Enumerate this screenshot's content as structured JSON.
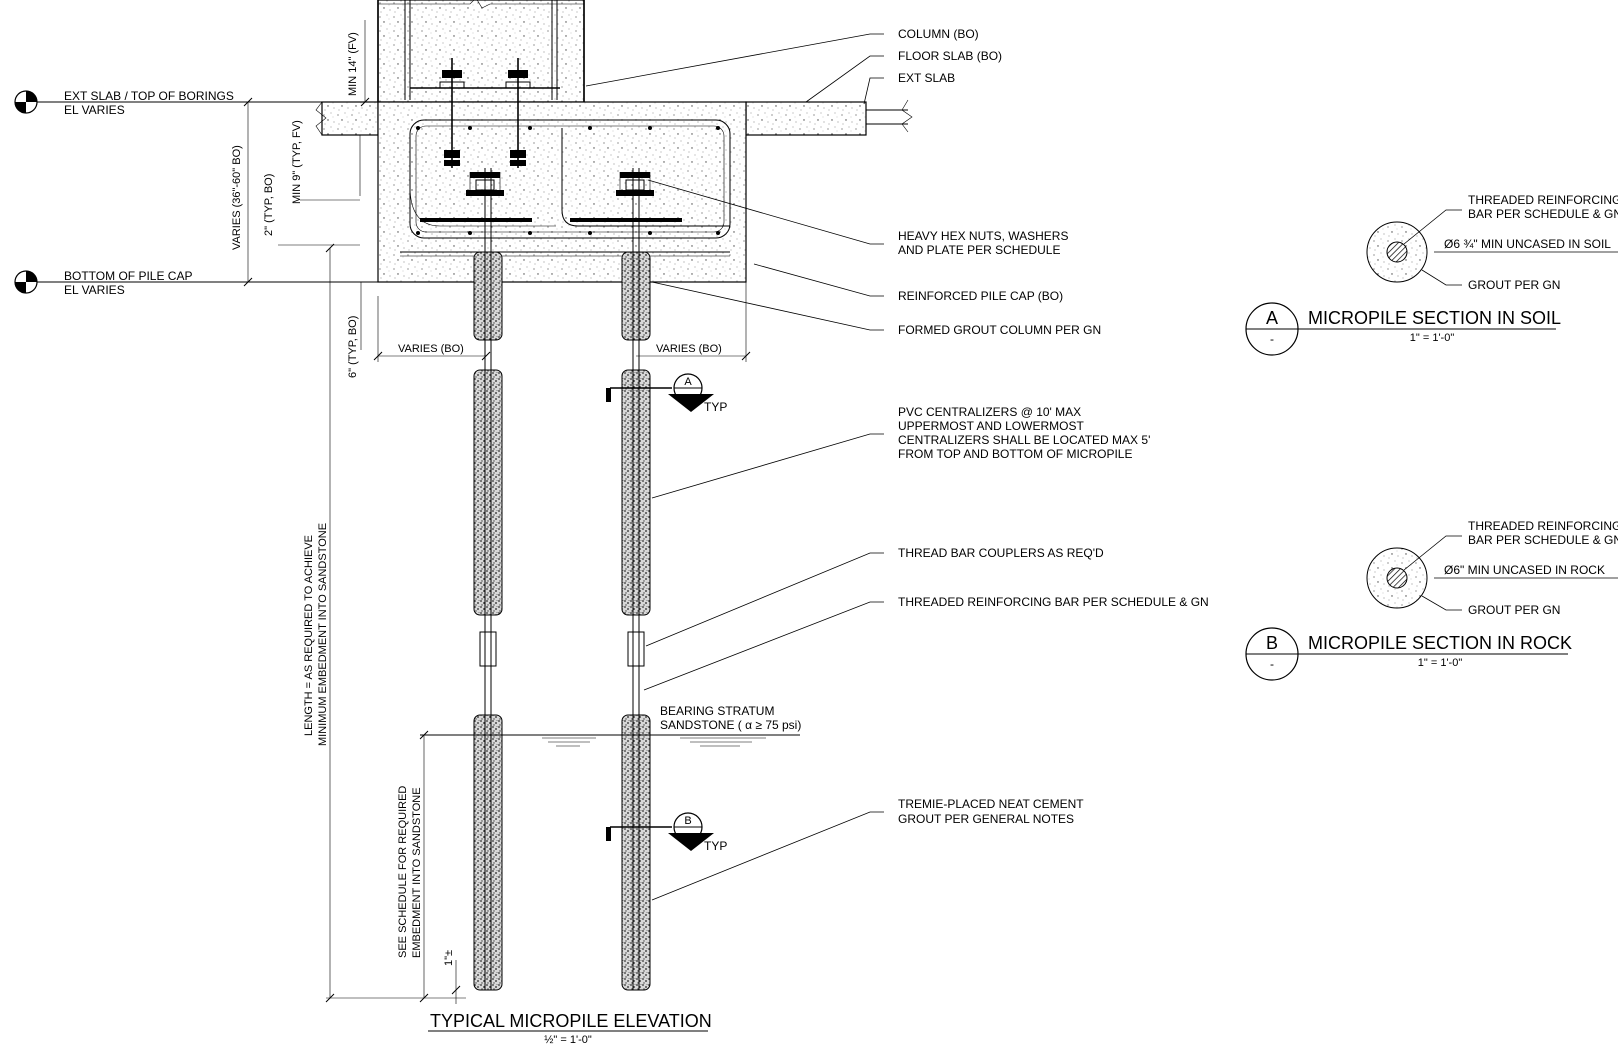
{
  "elevation": {
    "title": "TYPICAL MICROPILE ELEVATION",
    "scale": "½\" = 1'-0\"",
    "levels": {
      "top_line1": "EXT SLAB / TOP OF BORINGS",
      "top_line2": "EL VARIES",
      "bottom_line1": "BOTTOM OF PILE CAP",
      "bottom_line2": "EL VARIES"
    },
    "callouts": {
      "column": "COLUMN (BO)",
      "floor_slab": "FLOOR SLAB (BO)",
      "ext_slab": "EXT SLAB",
      "nuts_line1": "HEAVY HEX NUTS, WASHERS",
      "nuts_line2": "AND PLATE PER SCHEDULE",
      "pile_cap": "REINFORCED PILE CAP (BO)",
      "formed_grout": "FORMED GROUT COLUMN PER GN",
      "pvc_line1": "PVC CENTRALIZERS @ 10' MAX",
      "pvc_line2": "UPPERMOST AND LOWERMOST",
      "pvc_line3": "CENTRALIZERS SHALL BE LOCATED MAX 5'",
      "pvc_line4": "FROM TOP AND BOTTOM OF MICROPILE",
      "couplers": "THREAD BAR COUPLERS AS REQ'D",
      "threaded_bar": "THREADED REINFORCING BAR PER SCHEDULE & GN",
      "bearing_line1": "BEARING STRATUM",
      "bearing_line2": "SANDSTONE ( α ≥ 75 psi)",
      "tremie_line1": "TREMIE-PLACED NEAT CEMENT",
      "tremie_line2": "GROUT PER GENERAL NOTES"
    },
    "dimensions": {
      "min14": "MIN 14\" (FV)",
      "varies_cap": "VARIES (36\"-60\" BO)",
      "min9": "MIN 9\" (TYP, FV)",
      "two_in": "2\" (TYP, BO)",
      "six_in": "6\" (TYP, BO)",
      "varies_left": "VARIES (BO)",
      "varies_right": "VARIES (BO)",
      "length_line1": "LENGTH = AS REQUIRED TO ACHIEVE",
      "length_line2": "MINIMUM EMBEDMENT INTO SANDSTONE",
      "embed_line1": "SEE SCHEDULE FOR REQUIRED",
      "embed_line2": "EMBEDMENT INTO SANDSTONE",
      "one_in": "1\"±"
    },
    "section_markers": [
      {
        "letter": "A",
        "sheet": "-",
        "note": "TYP"
      },
      {
        "letter": "B",
        "sheet": "-",
        "note": "TYP"
      }
    ]
  },
  "section_a": {
    "letter": "A",
    "sheet": "-",
    "title": "MICROPILE SECTION IN SOIL",
    "scale": "1\" = 1'-0\"",
    "bar_line1": "THREADED REINFORCING",
    "bar_line2": "BAR PER SCHEDULE & GN",
    "diameter": "Ø6 ¾\" MIN UNCASED IN SOIL",
    "grout": "GROUT PER GN"
  },
  "section_b": {
    "letter": "B",
    "sheet": "-",
    "title": "MICROPILE SECTION IN ROCK",
    "scale": "1\" = 1'-0\"",
    "bar_line1": "THREADED REINFORCING",
    "bar_line2": "BAR PER SCHEDULE & GN",
    "diameter": "Ø6\" MIN UNCASED IN ROCK",
    "grout": "GROUT PER GN"
  }
}
